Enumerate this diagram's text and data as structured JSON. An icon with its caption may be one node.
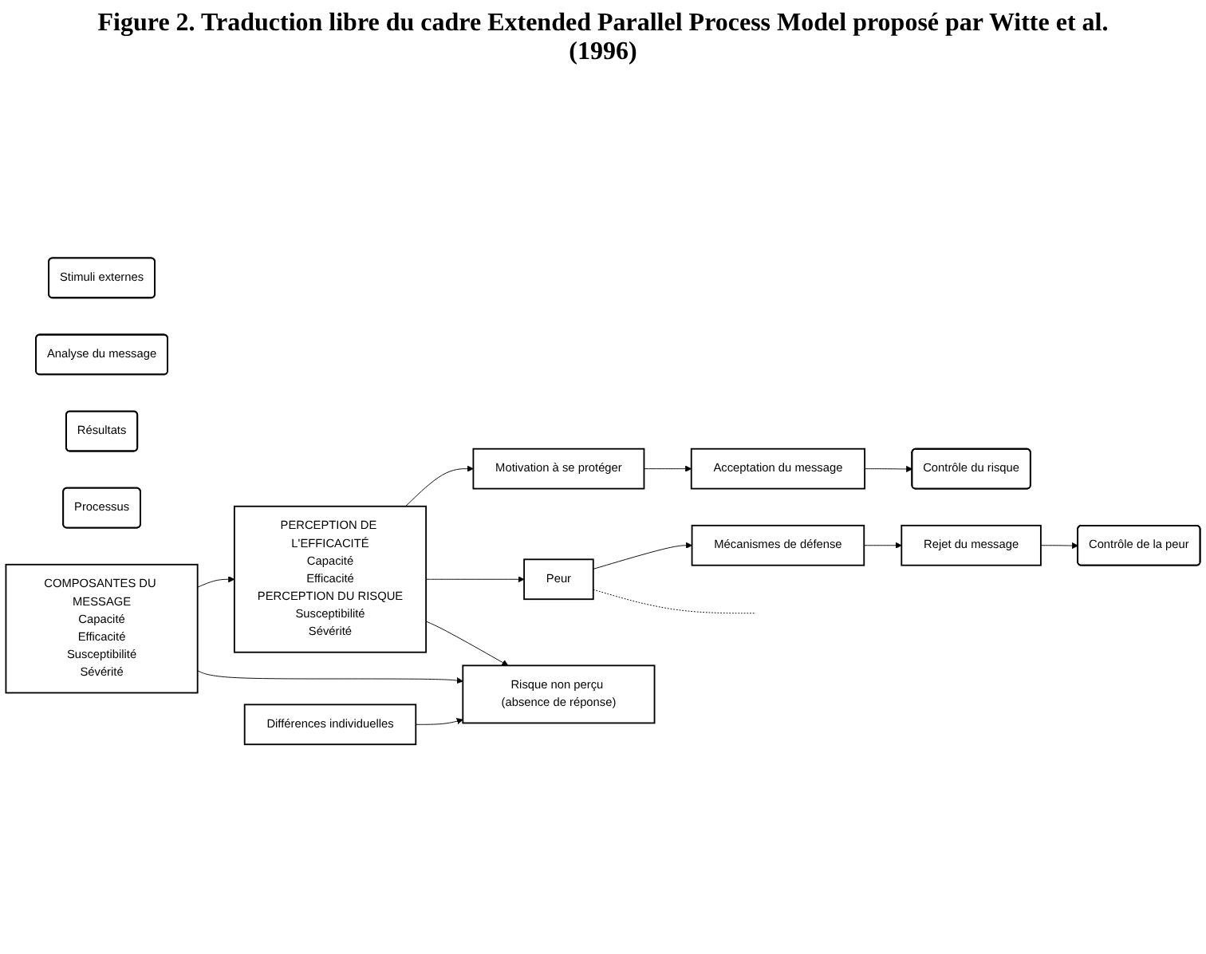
{
  "diagram": {
    "title": "Figure 2. Traduction libre du cadre Extended Parallel Process Model proposé par Witte et al. (1996)",
    "nodes": [
      {
        "text": [
          "Stimuli externes"
        ]
      },
      {
        "text": [
          "Analyse du message"
        ]
      },
      {
        "text": [
          "Résultats"
        ]
      },
      {
        "text": [
          "Processus"
        ]
      },
      {
        "text": [
          "COMPOSANTES DU MESSAGE",
          "Capacité",
          "Efficacité",
          "Susceptibilité",
          "Sévérité"
        ]
      },
      {
        "text": [
          "PERCEPTION DE L'EFFICACITÉ",
          "Capacité",
          "Efficacité",
          "PERCEPTION DU RISQUE",
          "Susceptibilité",
          "Sévérité"
        ]
      },
      {
        "text": [
          "Acceptation du message"
        ]
      },
      {
        "text": [
          "Motivation à se protéger"
        ]
      },
      {
        "text": [
          "Peur"
        ]
      },
      {
        "text": [
          "Contrôle du risque"
        ]
      },
      {
        "text": [
          "Mécanismes de défense"
        ]
      },
      {
        "text": [
          "Contrôle de la peur"
        ]
      },
      {
        "text": [
          "Risque non perçu (absence de réponse)"
        ]
      },
      {
        "text": [
          "Rejet du message"
        ]
      },
      {
        "text": [
          "Différences individuelles"
        ]
      }
    ],
    "edges": [
      {
        "from": 4,
        "to": 5,
        "arrow": "to"
      },
      {
        "from": 5,
        "to": 7,
        "arrow": "to"
      },
      {
        "from": 5,
        "to": 8,
        "arrow": "to"
      },
      {
        "from": 7,
        "to": 6,
        "arrow": "to"
      },
      {
        "from": 6,
        "to": 9,
        "arrow": "to"
      },
      {
        "from": 8,
        "to": 10,
        "arrow": "to"
      },
      {
        "from": 10,
        "to": 13,
        "arrow": "to"
      },
      {
        "from": 13,
        "to": 11,
        "arrow": "to"
      },
      {
        "from": 5,
        "to": 12,
        "arrow": "to"
      },
      {
        "from": 4,
        "to": 12,
        "arrow": "to"
      },
      {
        "from": 14,
        "to": 12,
        "arrow": "to"
      },
      {
        "from": 8,
        "to": null,
        "arrow": "none",
        "style": "dashed"
      }
    ]
  }
}
